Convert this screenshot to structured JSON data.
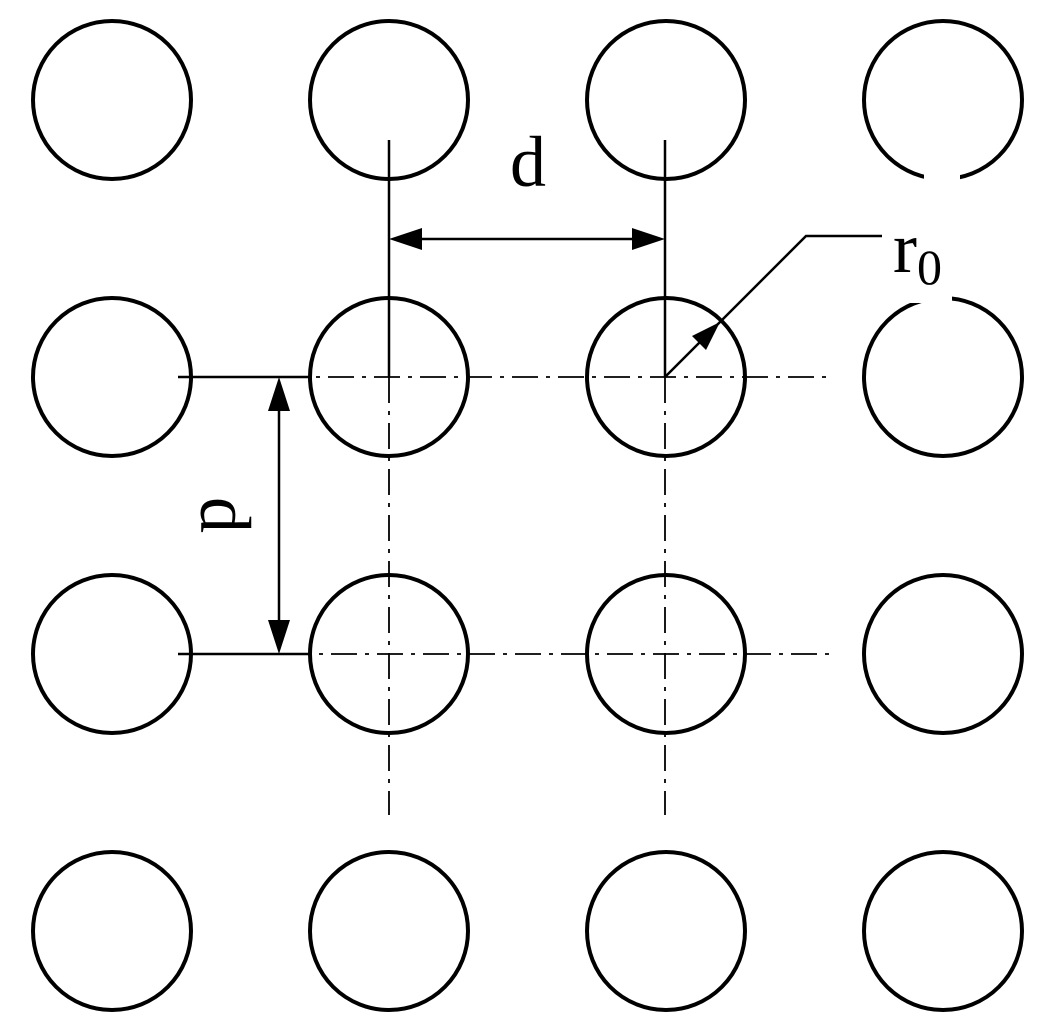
{
  "grid": {
    "rows": 4,
    "cols": 4
  },
  "labels": {
    "horizontal_spacing": "d",
    "vertical_spacing": "d",
    "radius_main": "r",
    "radius_sub": "0"
  }
}
